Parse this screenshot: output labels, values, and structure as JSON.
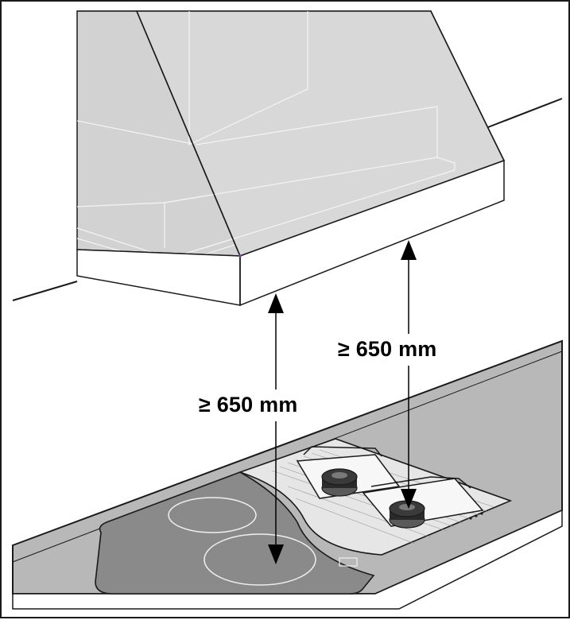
{
  "labels": {
    "clearance_right": "≥ 650 mm",
    "clearance_left": "≥ 650 mm"
  },
  "icons": {
    "hood": "cooker-hood",
    "gas_hob": "gas-hob",
    "ceramic_hob": "ceramic-hob",
    "arrow": "double-headed-arrow"
  },
  "colors": {
    "hood_fill": "#d6d6d6",
    "hood_dark": "#c4c4c4",
    "countertop": "#b8b8b8",
    "ceramic_glass": "#8c8c8c",
    "line": "#1a1a1a"
  }
}
